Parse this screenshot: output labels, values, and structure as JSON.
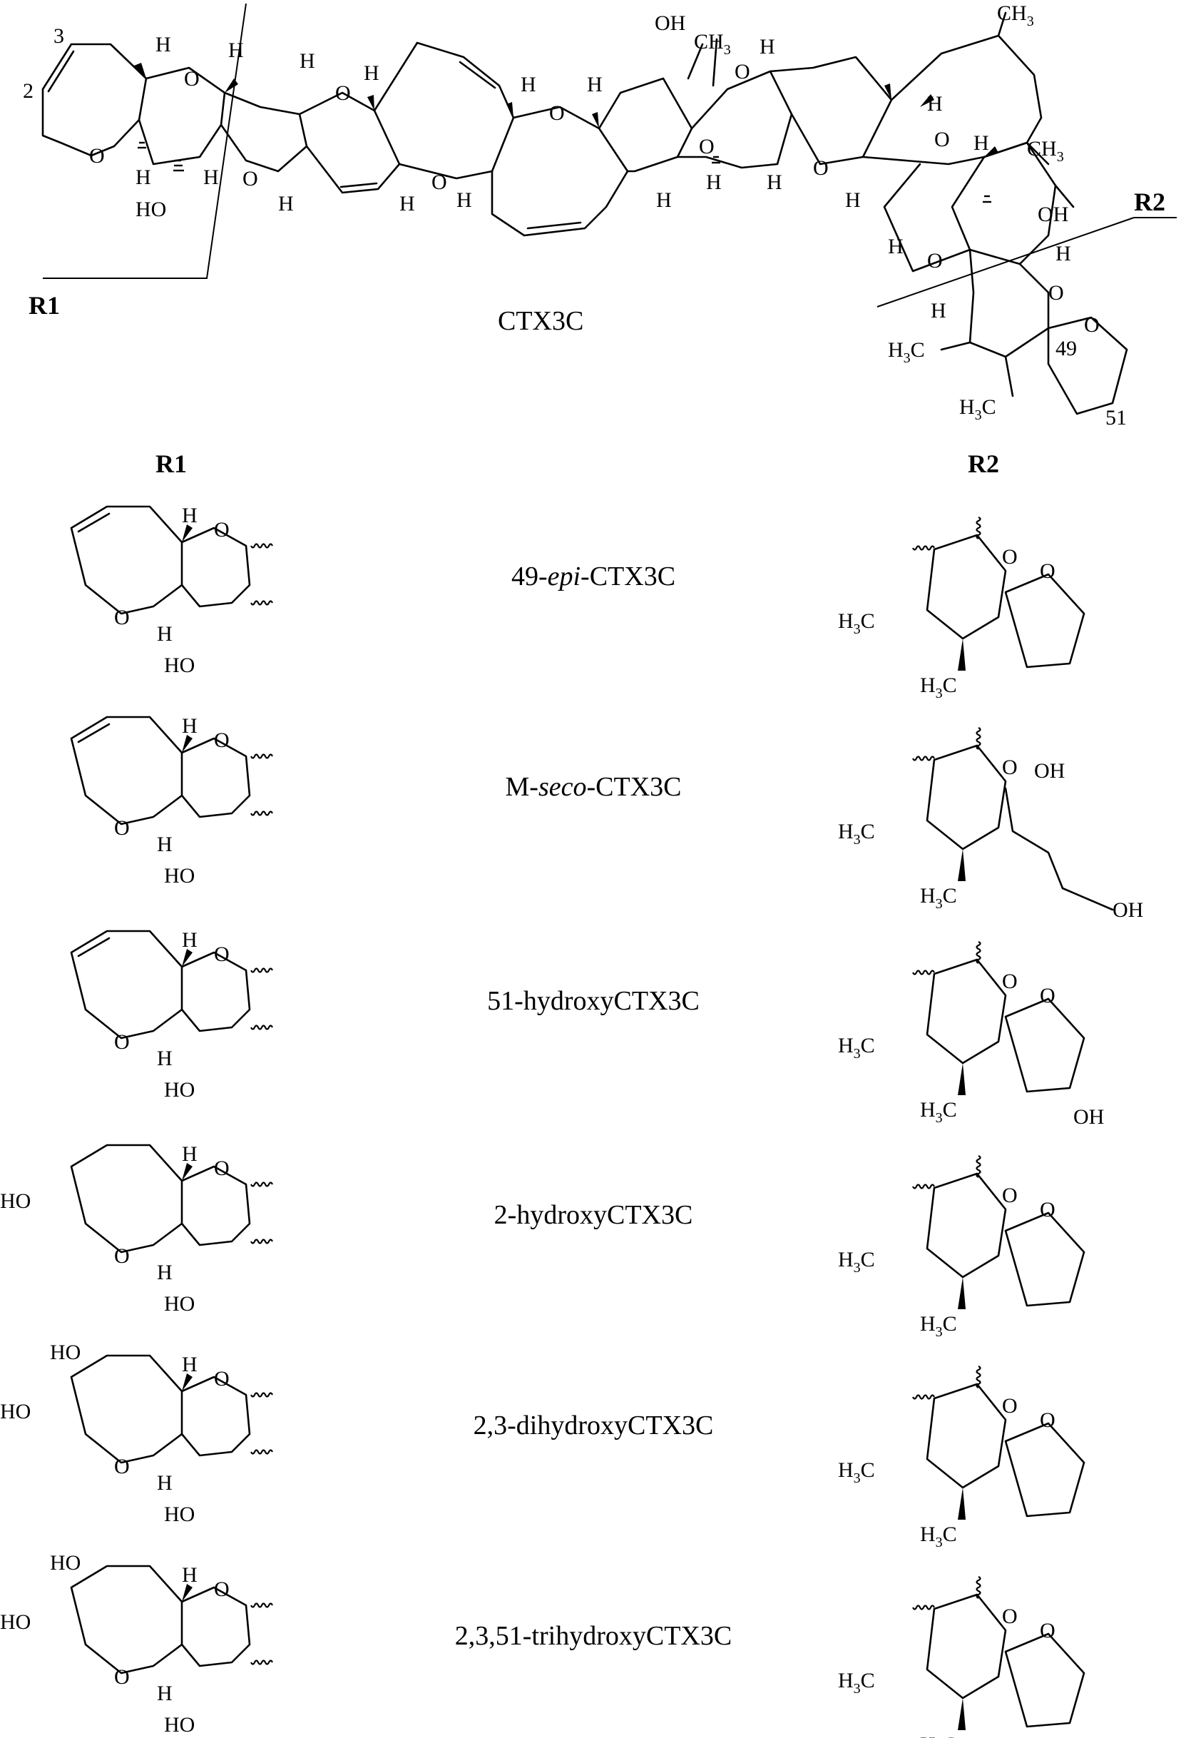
{
  "parent": {
    "name": "CTX3C",
    "r1_label": "R1",
    "r2_label": "R2",
    "atom_labels": {
      "O": "O",
      "H": "H",
      "HO": "HO",
      "OH": "OH",
      "CH3": "CH",
      "H3C": "H",
      "C": "C",
      "sub3": "3",
      "num2": "2",
      "num3": "3",
      "num49": "49",
      "num51": "51"
    }
  },
  "columns": {
    "r1": "R1",
    "r2": "R2"
  },
  "analogs": [
    {
      "name_pre": "49-",
      "name_italic": "epi",
      "name_post": "-CTX3C"
    },
    {
      "name_pre": "M-",
      "name_italic": "seco",
      "name_post": "-CTX3C"
    },
    {
      "name_pre": "51-hydroxyCTX3C",
      "name_italic": "",
      "name_post": ""
    },
    {
      "name_pre": "2-hydroxyCTX3C",
      "name_italic": "",
      "name_post": ""
    },
    {
      "name_pre": "2,3-dihydroxyCTX3C",
      "name_italic": "",
      "name_post": ""
    },
    {
      "name_pre": "2,3,51-trihydroxyCTX3C",
      "name_italic": "",
      "name_post": ""
    }
  ]
}
